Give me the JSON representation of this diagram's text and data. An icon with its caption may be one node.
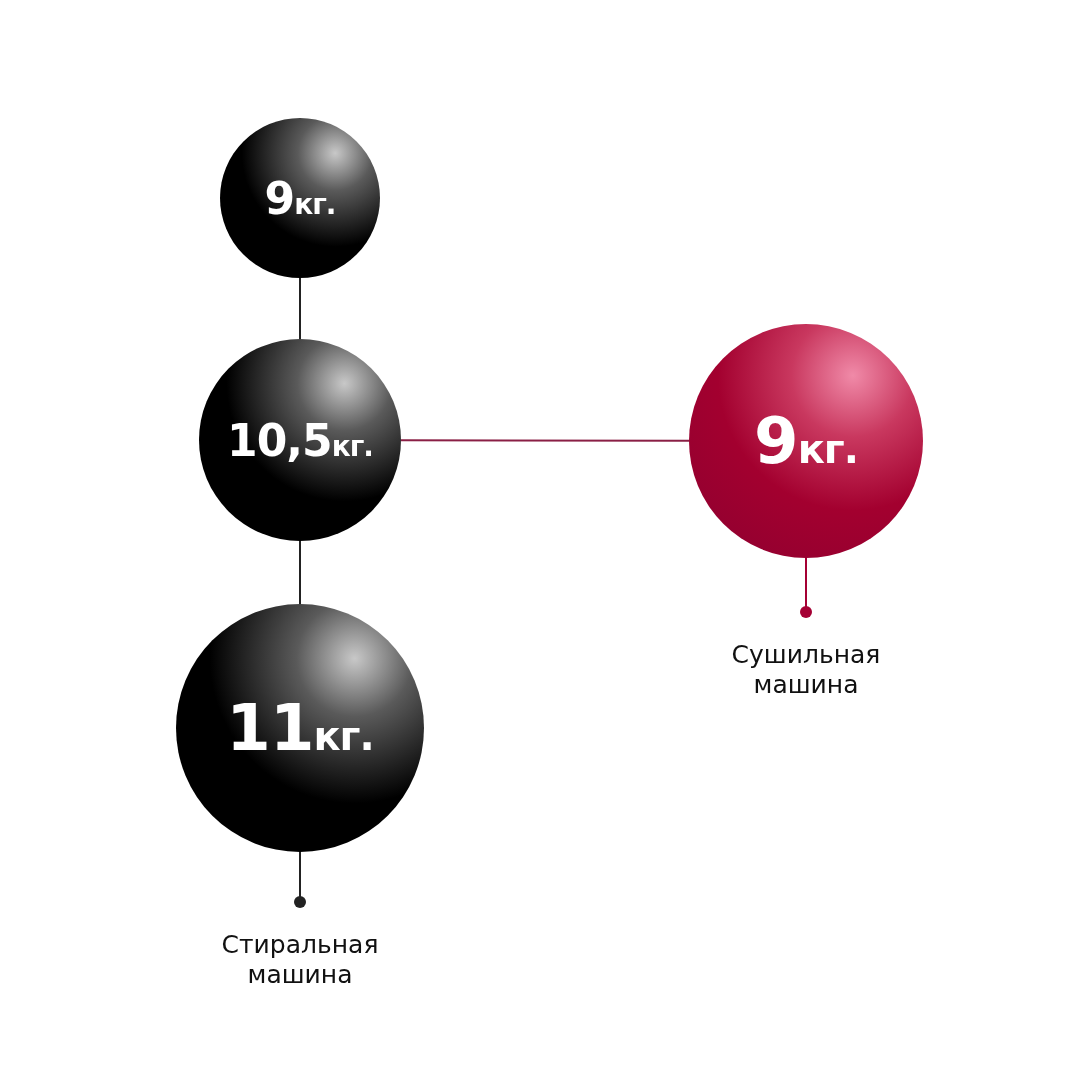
{
  "diagram": {
    "nodes": [
      {
        "text": [
          "9",
          "кг."
        ]
      },
      {
        "text": [
          "10,5",
          "кг."
        ]
      },
      {
        "text": [
          "11",
          "кг."
        ]
      },
      {
        "text": [
          "9",
          "кг."
        ]
      },
      {
        "text": [
          "Стиральная машина"
        ]
      },
      {
        "text": [
          "Сушильная машина"
        ]
      }
    ],
    "edges": [
      {
        "from": 0,
        "to": 1,
        "arrow": "none"
      },
      {
        "from": 1,
        "to": 2,
        "arrow": "none"
      },
      {
        "from": 1,
        "to": 3,
        "arrow": "none",
        "color": "#8a1f45"
      },
      {
        "from": 4,
        "to": 2,
        "arrow": "other"
      },
      {
        "from": 5,
        "to": 3,
        "arrow": "other",
        "color": "#a50034"
      }
    ]
  }
}
